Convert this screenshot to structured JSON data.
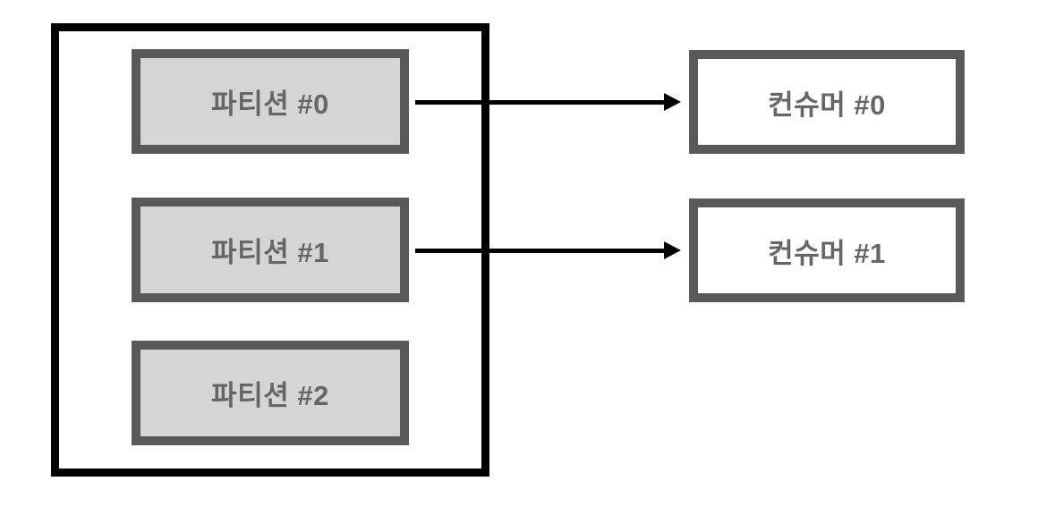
{
  "diagram": {
    "partition_group": {
      "partitions": [
        {
          "label": "파티션 #0"
        },
        {
          "label": "파티션 #1"
        },
        {
          "label": "파티션 #2"
        }
      ]
    },
    "consumers": [
      {
        "label": "컨슈머 #0"
      },
      {
        "label": "컨슈머 #1"
      }
    ],
    "connections": [
      {
        "from": "파티션 #0",
        "to": "컨슈머 #0"
      },
      {
        "from": "파티션 #1",
        "to": "컨슈머 #1"
      }
    ],
    "colors": {
      "background": "#ffffff",
      "container_border": "#000000",
      "node_border": "#595959",
      "partition_fill": "#d5d5d5",
      "consumer_fill": "#ffffff",
      "arrow": "#000000",
      "text": "#666666"
    }
  }
}
